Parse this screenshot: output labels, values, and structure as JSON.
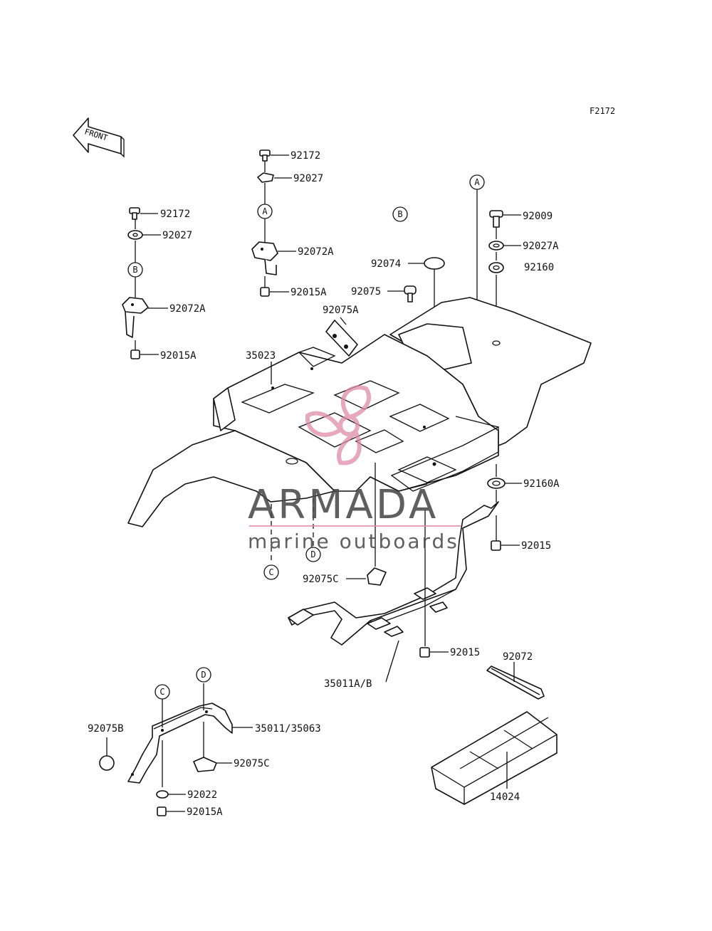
{
  "figure_code": "F2172",
  "front_arrow": {
    "label": "FRONT"
  },
  "watermark": {
    "title": "ARMADA",
    "subtitle": "marine outboards",
    "accent": "#e8a6bd",
    "line": "#e08aa8"
  },
  "ref_letters": [
    "A",
    "A",
    "B",
    "B",
    "C",
    "C",
    "D",
    "D"
  ],
  "parts": [
    "92172",
    "92027",
    "92072A",
    "92015A",
    "92172",
    "92027",
    "92072A",
    "92015A",
    "92009",
    "92027A",
    "92160",
    "92074",
    "92075",
    "92075A",
    "35023",
    "92160A",
    "92015",
    "92075C",
    "92015",
    "35011A/B",
    "92072",
    "14024",
    "92075B",
    "35011/35063",
    "92075C",
    "92022",
    "92015A"
  ]
}
